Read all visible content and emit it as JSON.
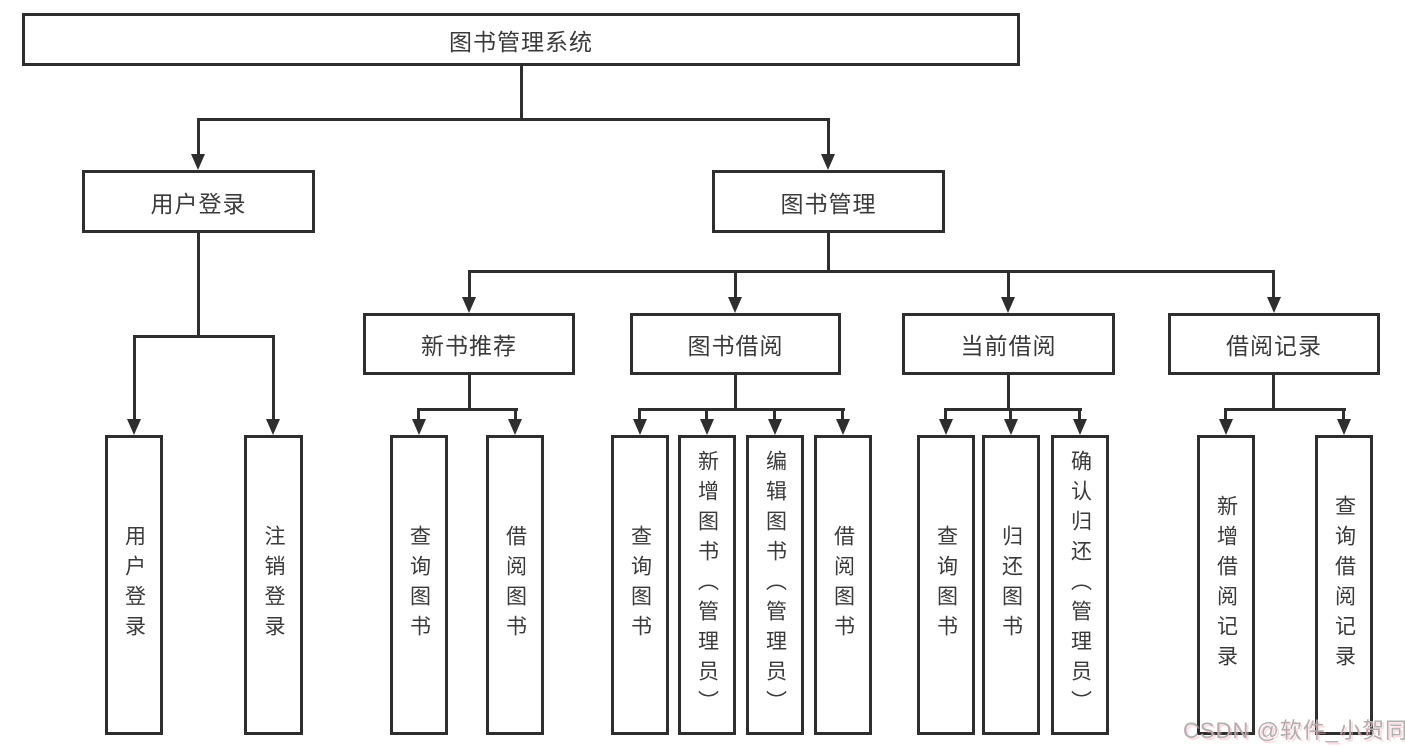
{
  "tree": {
    "label": "图书管理系统",
    "children": [
      {
        "label": "用户登录",
        "children": [
          {
            "label": "用户登录"
          },
          {
            "label": "注销登录"
          }
        ]
      },
      {
        "label": "图书管理",
        "children": [
          {
            "label": "新书推荐",
            "children": [
              {
                "label": "查询图书"
              },
              {
                "label": "借阅图书"
              }
            ]
          },
          {
            "label": "图书借阅",
            "children": [
              {
                "label": "查询图书"
              },
              {
                "label": "新增图书（管理员）"
              },
              {
                "label": "编辑图书（管理员）"
              },
              {
                "label": "借阅图书"
              }
            ]
          },
          {
            "label": "当前借阅",
            "children": [
              {
                "label": "查询图书"
              },
              {
                "label": "归还图书"
              },
              {
                "label": "确认归还（管理员）"
              }
            ]
          },
          {
            "label": "借阅记录",
            "children": [
              {
                "label": "新增借阅记录"
              },
              {
                "label": "查询借阅记录"
              }
            ]
          }
        ]
      }
    ]
  },
  "watermark": {
    "text": "CSDN @软件_小贺同学"
  },
  "colors": {
    "line": "#2e2e2e",
    "text": "#3a3a3a",
    "background": "#ffffff",
    "watermark_gray": "#b0aeae",
    "watermark_pink": "#ffaab9"
  }
}
